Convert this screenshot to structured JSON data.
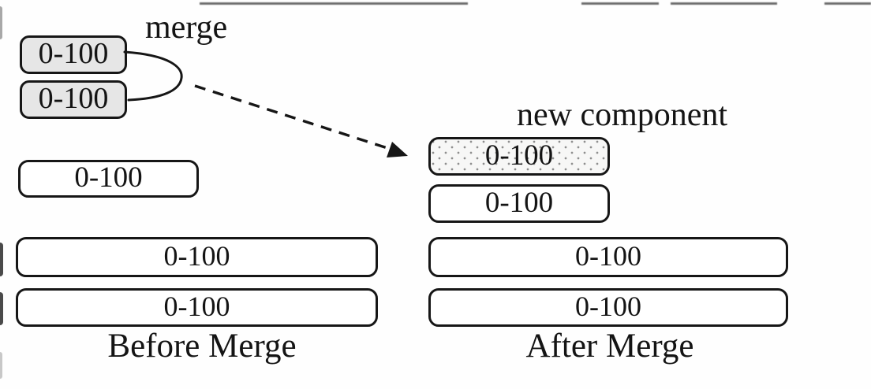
{
  "figure": {
    "labels": {
      "merge": "merge",
      "new_component": "new component"
    },
    "before": {
      "caption": "Before Merge",
      "merge_source_box_1": "0-100",
      "merge_source_box_2": "0-100",
      "mid_box": "0-100",
      "big_box_1": "0-100",
      "big_box_2": "0-100"
    },
    "after": {
      "caption": "After Merge",
      "new_component_box": "0-100",
      "mid_box": "0-100",
      "big_box_1": "0-100",
      "big_box_2": "0-100"
    },
    "colors": {
      "box_border": "#161616",
      "gray_component_fill": "#e6e6e6",
      "stipple_dot": "#8e8e8e",
      "text": "#141414",
      "background": "#fefefe"
    }
  }
}
